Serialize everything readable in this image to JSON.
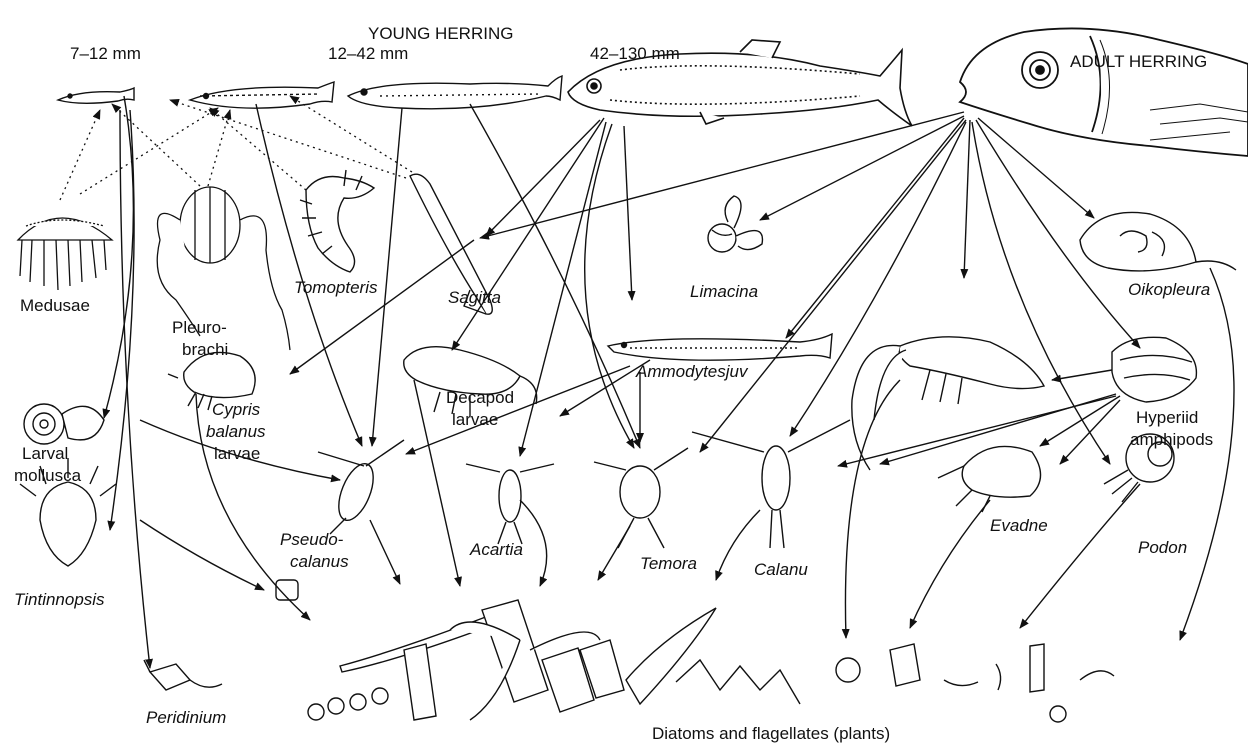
{
  "header": {
    "young_herring": "YOUNG HERRING",
    "size_7_12": "7–12 mm",
    "size_12_42": "12–42 mm",
    "size_42_130": "42–130 mm",
    "adult_herring": "ADULT HERRING"
  },
  "organisms": {
    "medusae": "Medusae",
    "pleurobrachi_1": "Pleuro-",
    "pleurobrachi_2": "brachi",
    "tomopteris": "Tomopteris",
    "sagitta": "Sagitta",
    "limacina": "Limacina",
    "oikopleura": "Oikopleura",
    "cypris_1": "Cypris",
    "cypris_2": "balanus",
    "cypris_3": "larvae",
    "decapod_1": "Decapod",
    "decapod_2": "larvae",
    "ammodytes": "Ammodytesjuv",
    "hyperiid_1": "Hyperiid",
    "hyperiid_2": "amphipods",
    "larval_mollusca_1": "Larval",
    "larval_mollusca_2": "mollusca",
    "tintinnopsis": "Tintinnopsis",
    "pseudocalanus_1": "Pseudo-",
    "pseudocalanus_2": "calanus",
    "acartia": "Acartia",
    "temora": "Temora",
    "calanus": "Calanu",
    "evadne": "Evadne",
    "podon": "Podon",
    "peridinium": "Peridinium",
    "diatoms": "Diatoms and flagellates (plants)"
  },
  "colors": {
    "ink": "#111111",
    "background": "#ffffff"
  }
}
